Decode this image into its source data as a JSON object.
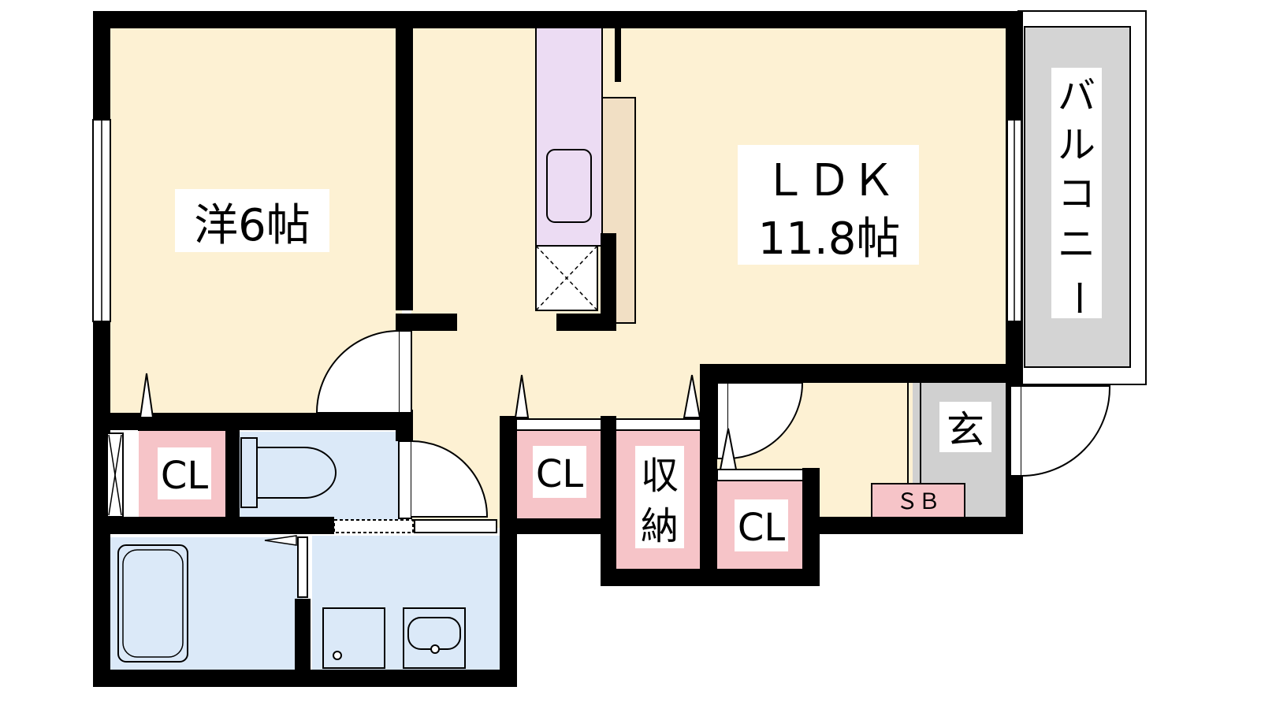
{
  "rooms": {
    "western": "洋6帖",
    "ldk_line1": "ＬＤＫ",
    "ldk_line2": "11.8帖",
    "balcony": [
      "バ",
      "ル",
      "コ",
      "ニ",
      "ー"
    ],
    "entrance": "玄",
    "shoebox": "ＳＢ",
    "closet": "CL",
    "storage": [
      "収",
      "納"
    ]
  },
  "colors": {
    "wall": "#000000",
    "room": "#fdf1d3",
    "wet": "#dbe9f8",
    "closet": "#f6c4c8",
    "kitchen": "#ecdcf3",
    "counter": "#f1dfc4",
    "balcony": "#d4d4d4",
    "entrance": "#d0d0d0"
  }
}
